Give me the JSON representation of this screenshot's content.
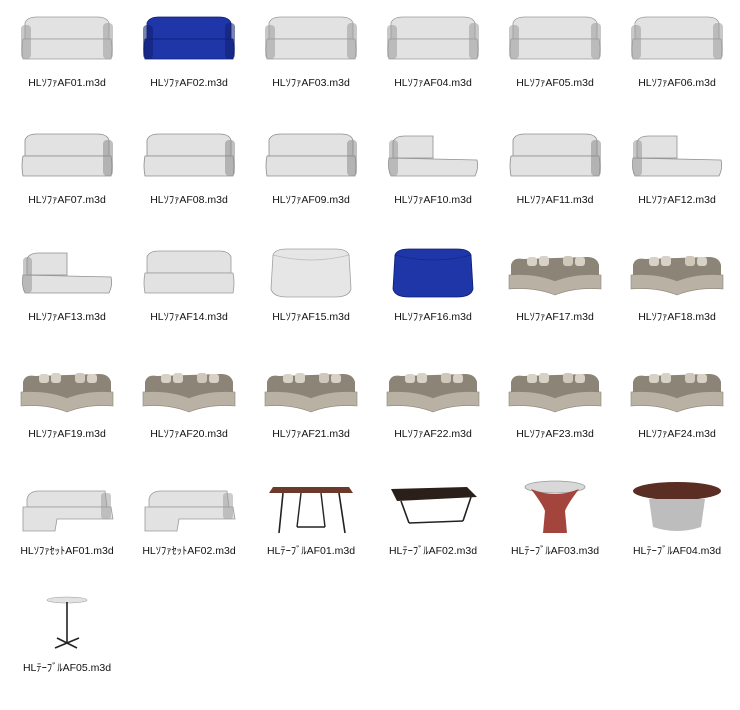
{
  "files": [
    {
      "name": "HLｿﾌｧAF01.m3d",
      "icon": "sofa-grey"
    },
    {
      "name": "HLｿﾌｧAF02.m3d",
      "icon": "sofa-blue"
    },
    {
      "name": "HLｿﾌｧAF03.m3d",
      "icon": "sofa-grey"
    },
    {
      "name": "HLｿﾌｧAF04.m3d",
      "icon": "sofa-grey"
    },
    {
      "name": "HLｿﾌｧAF05.m3d",
      "icon": "sofa-grey"
    },
    {
      "name": "HLｿﾌｧAF06.m3d",
      "icon": "sofa-grey"
    },
    {
      "name": "HLｿﾌｧAF07.m3d",
      "icon": "sofa-one-arm-grey"
    },
    {
      "name": "HLｿﾌｧAF08.m3d",
      "icon": "sofa-one-arm-grey"
    },
    {
      "name": "HLｿﾌｧAF09.m3d",
      "icon": "sofa-one-arm-grey"
    },
    {
      "name": "HLｿﾌｧAF10.m3d",
      "icon": "chaise-grey"
    },
    {
      "name": "HLｿﾌｧAF11.m3d",
      "icon": "sofa-one-arm-grey"
    },
    {
      "name": "HLｿﾌｧAF12.m3d",
      "icon": "chaise-grey"
    },
    {
      "name": "HLｿﾌｧAF13.m3d",
      "icon": "chaise-grey"
    },
    {
      "name": "HLｿﾌｧAF14.m3d",
      "icon": "sofa-armless-grey"
    },
    {
      "name": "HLｿﾌｧAF15.m3d",
      "icon": "ottoman-grey"
    },
    {
      "name": "HLｿﾌｧAF16.m3d",
      "icon": "ottoman-blue"
    },
    {
      "name": "HLｿﾌｧAF17.m3d",
      "icon": "curved-sofa-beige"
    },
    {
      "name": "HLｿﾌｧAF18.m3d",
      "icon": "curved-sofa-beige"
    },
    {
      "name": "HLｿﾌｧAF19.m3d",
      "icon": "curved-sofa-beige"
    },
    {
      "name": "HLｿﾌｧAF20.m3d",
      "icon": "curved-sofa-beige"
    },
    {
      "name": "HLｿﾌｧAF21.m3d",
      "icon": "curved-sofa-beige"
    },
    {
      "name": "HLｿﾌｧAF22.m3d",
      "icon": "curved-sofa-beige"
    },
    {
      "name": "HLｿﾌｧAF23.m3d",
      "icon": "curved-sofa-beige"
    },
    {
      "name": "HLｿﾌｧAF24.m3d",
      "icon": "curved-sofa-beige"
    },
    {
      "name": "HLｿﾌｧｾｯﾄAF01.m3d",
      "icon": "sectional-grey"
    },
    {
      "name": "HLｿﾌｧｾｯﾄAF02.m3d",
      "icon": "sectional-grey"
    },
    {
      "name": "HLﾃｰﾌﾞﾙAF01.m3d",
      "icon": "table-wood-black"
    },
    {
      "name": "HLﾃｰﾌﾞﾙAF02.m3d",
      "icon": "table-dark-wood"
    },
    {
      "name": "HLﾃｰﾌﾞﾙAF03.m3d",
      "icon": "side-table-red"
    },
    {
      "name": "HLﾃｰﾌﾞﾙAF04.m3d",
      "icon": "coffee-table-round"
    },
    {
      "name": "HLﾃｰﾌﾞﾙAF05.m3d",
      "icon": "bar-table-tall"
    }
  ],
  "colors": {
    "sofa_grey": "#e2e2e2",
    "sofa_blue": "#1f36a8",
    "sofa_beige": "#b9b1a3",
    "wood": "#6b3a2a",
    "red_base": "#a3443d"
  }
}
